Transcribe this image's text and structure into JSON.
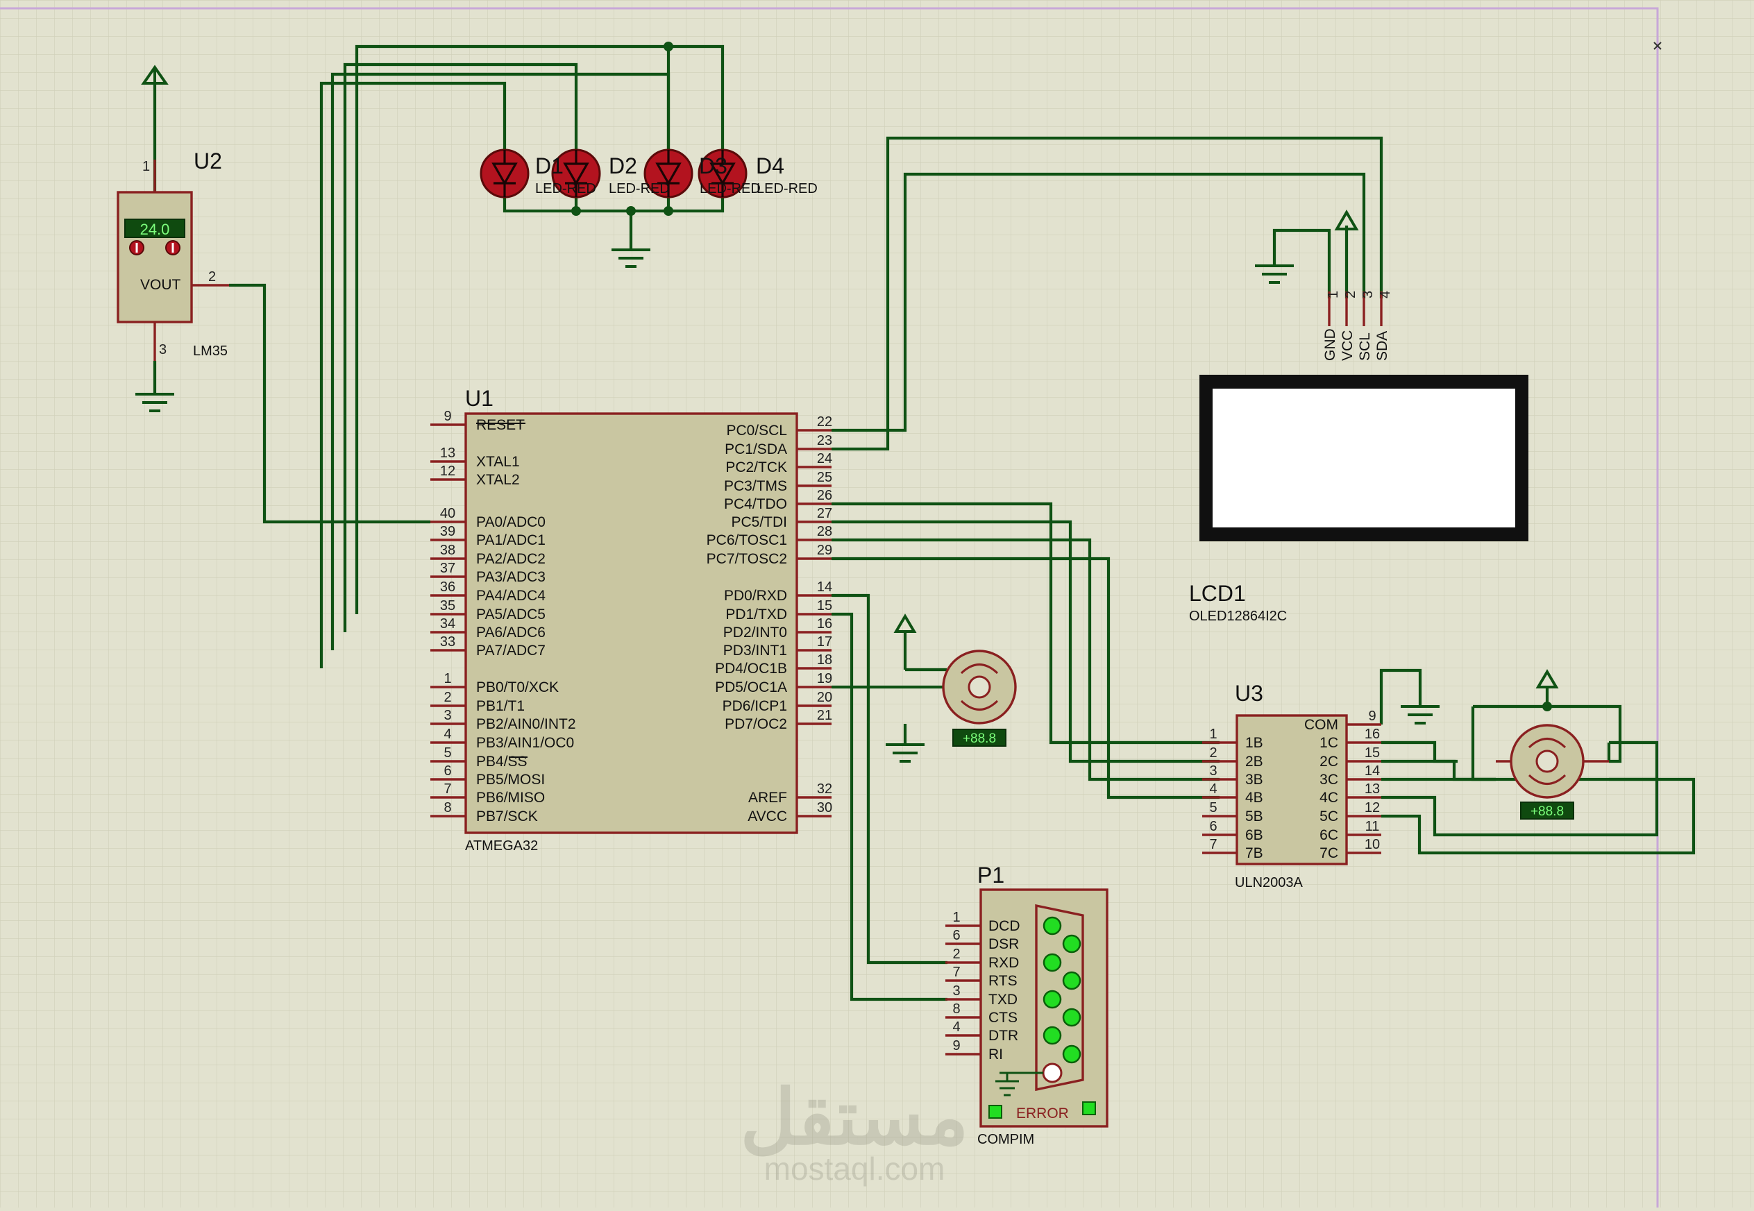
{
  "u2": {
    "ref": "U2",
    "value": "LM35",
    "display": "24.0",
    "vout": "VOUT",
    "pin1": "1",
    "pin2": "2",
    "pin3": "3"
  },
  "leds": {
    "d1": "D1",
    "d2": "D2",
    "d3": "D3",
    "d4": "D4",
    "led_value": "LED-RED"
  },
  "u1": {
    "ref": "U1",
    "value": "ATMEGA32",
    "left_pins": [
      {
        "num": "9",
        "label": "RESET"
      },
      {
        "num": "13",
        "label": "XTAL1"
      },
      {
        "num": "12",
        "label": "XTAL2"
      },
      {
        "num": "40",
        "label": "PA0/ADC0"
      },
      {
        "num": "39",
        "label": "PA1/ADC1"
      },
      {
        "num": "38",
        "label": "PA2/ADC2"
      },
      {
        "num": "37",
        "label": "PA3/ADC3"
      },
      {
        "num": "36",
        "label": "PA4/ADC4"
      },
      {
        "num": "35",
        "label": "PA5/ADC5"
      },
      {
        "num": "34",
        "label": "PA6/ADC6"
      },
      {
        "num": "33",
        "label": "PA7/ADC7"
      },
      {
        "num": "1",
        "label": "PB0/T0/XCK"
      },
      {
        "num": "2",
        "label": "PB1/T1"
      },
      {
        "num": "3",
        "label": "PB2/AIN0/INT2"
      },
      {
        "num": "4",
        "label": "PB3/AIN1/OC0"
      },
      {
        "num": "5",
        "label": "PB4/SS"
      },
      {
        "num": "6",
        "label": "PB5/MOSI"
      },
      {
        "num": "7",
        "label": "PB6/MISO"
      },
      {
        "num": "8",
        "label": "PB7/SCK"
      }
    ],
    "right_pins": [
      {
        "num": "22",
        "label": "PC0/SCL"
      },
      {
        "num": "23",
        "label": "PC1/SDA"
      },
      {
        "num": "24",
        "label": "PC2/TCK"
      },
      {
        "num": "25",
        "label": "PC3/TMS"
      },
      {
        "num": "26",
        "label": "PC4/TDO"
      },
      {
        "num": "27",
        "label": "PC5/TDI"
      },
      {
        "num": "28",
        "label": "PC6/TOSC1"
      },
      {
        "num": "29",
        "label": "PC7/TOSC2"
      },
      {
        "num": "14",
        "label": "PD0/RXD"
      },
      {
        "num": "15",
        "label": "PD1/TXD"
      },
      {
        "num": "16",
        "label": "PD2/INT0"
      },
      {
        "num": "17",
        "label": "PD3/INT1"
      },
      {
        "num": "18",
        "label": "PD4/OC1B"
      },
      {
        "num": "19",
        "label": "PD5/OC1A"
      },
      {
        "num": "20",
        "label": "PD6/ICP1"
      },
      {
        "num": "21",
        "label": "PD7/OC2"
      },
      {
        "num": "32",
        "label": "AREF"
      },
      {
        "num": "30",
        "label": "AVCC"
      }
    ]
  },
  "lcd": {
    "ref": "LCD1",
    "value": "OLED12864I2C",
    "pins": [
      {
        "num": "1",
        "label": "GND"
      },
      {
        "num": "2",
        "label": "VCC"
      },
      {
        "num": "3",
        "label": "SCL"
      },
      {
        "num": "4",
        "label": "SDA"
      }
    ]
  },
  "u3": {
    "ref": "U3",
    "value": "ULN2003A",
    "left_pins": [
      {
        "num": "1",
        "label": "1B"
      },
      {
        "num": "2",
        "label": "2B"
      },
      {
        "num": "3",
        "label": "3B"
      },
      {
        "num": "4",
        "label": "4B"
      },
      {
        "num": "5",
        "label": "5B"
      },
      {
        "num": "6",
        "label": "6B"
      },
      {
        "num": "7",
        "label": "7B"
      }
    ],
    "right_pins": [
      {
        "num": "9",
        "label": "COM"
      },
      {
        "num": "16",
        "label": "1C"
      },
      {
        "num": "15",
        "label": "2C"
      },
      {
        "num": "14",
        "label": "3C"
      },
      {
        "num": "13",
        "label": "4C"
      },
      {
        "num": "12",
        "label": "5C"
      },
      {
        "num": "11",
        "label": "6C"
      },
      {
        "num": "10",
        "label": "7C"
      }
    ]
  },
  "motors": {
    "m1_display": "+88.8",
    "m2_display": "+88.8"
  },
  "p1": {
    "ref": "P1",
    "value": "COMPIM",
    "error": "ERROR",
    "pins": [
      {
        "num": "1",
        "label": "DCD"
      },
      {
        "num": "6",
        "label": "DSR"
      },
      {
        "num": "2",
        "label": "RXD"
      },
      {
        "num": "7",
        "label": "RTS"
      },
      {
        "num": "3",
        "label": "TXD"
      },
      {
        "num": "8",
        "label": "CTS"
      },
      {
        "num": "4",
        "label": "DTR"
      },
      {
        "num": "9",
        "label": "RI"
      }
    ]
  },
  "watermark": {
    "arabic": "مستقل",
    "latin": "mostaql.com"
  },
  "colors": {
    "background": "#e2e2cf",
    "grid": "#cfcfb8",
    "wire": "#0f5214",
    "pin": "#8a2020",
    "body": "#c9c6a1",
    "led": "#b3131f",
    "display_green": "#1d8a1d",
    "com_led": "#22dd22"
  }
}
